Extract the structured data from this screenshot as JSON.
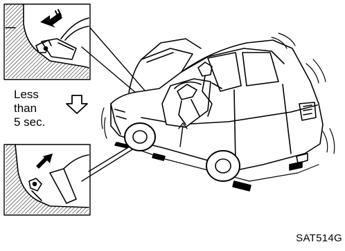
{
  "caption": {
    "line1": "Less",
    "line2": "than",
    "line3": "5 sec."
  },
  "figure_code": "SAT514G",
  "panels": [
    {
      "name": "pedal-released-detail",
      "arrow_direction": "down-left"
    },
    {
      "name": "pedal-pressed-detail",
      "arrow_direction": "up-right"
    }
  ],
  "colors": {
    "ink": "#000000",
    "paper": "#ffffff"
  },
  "icons": [
    "down-arrow-icon",
    "press-arrow-icon",
    "release-arrow-icon"
  ]
}
